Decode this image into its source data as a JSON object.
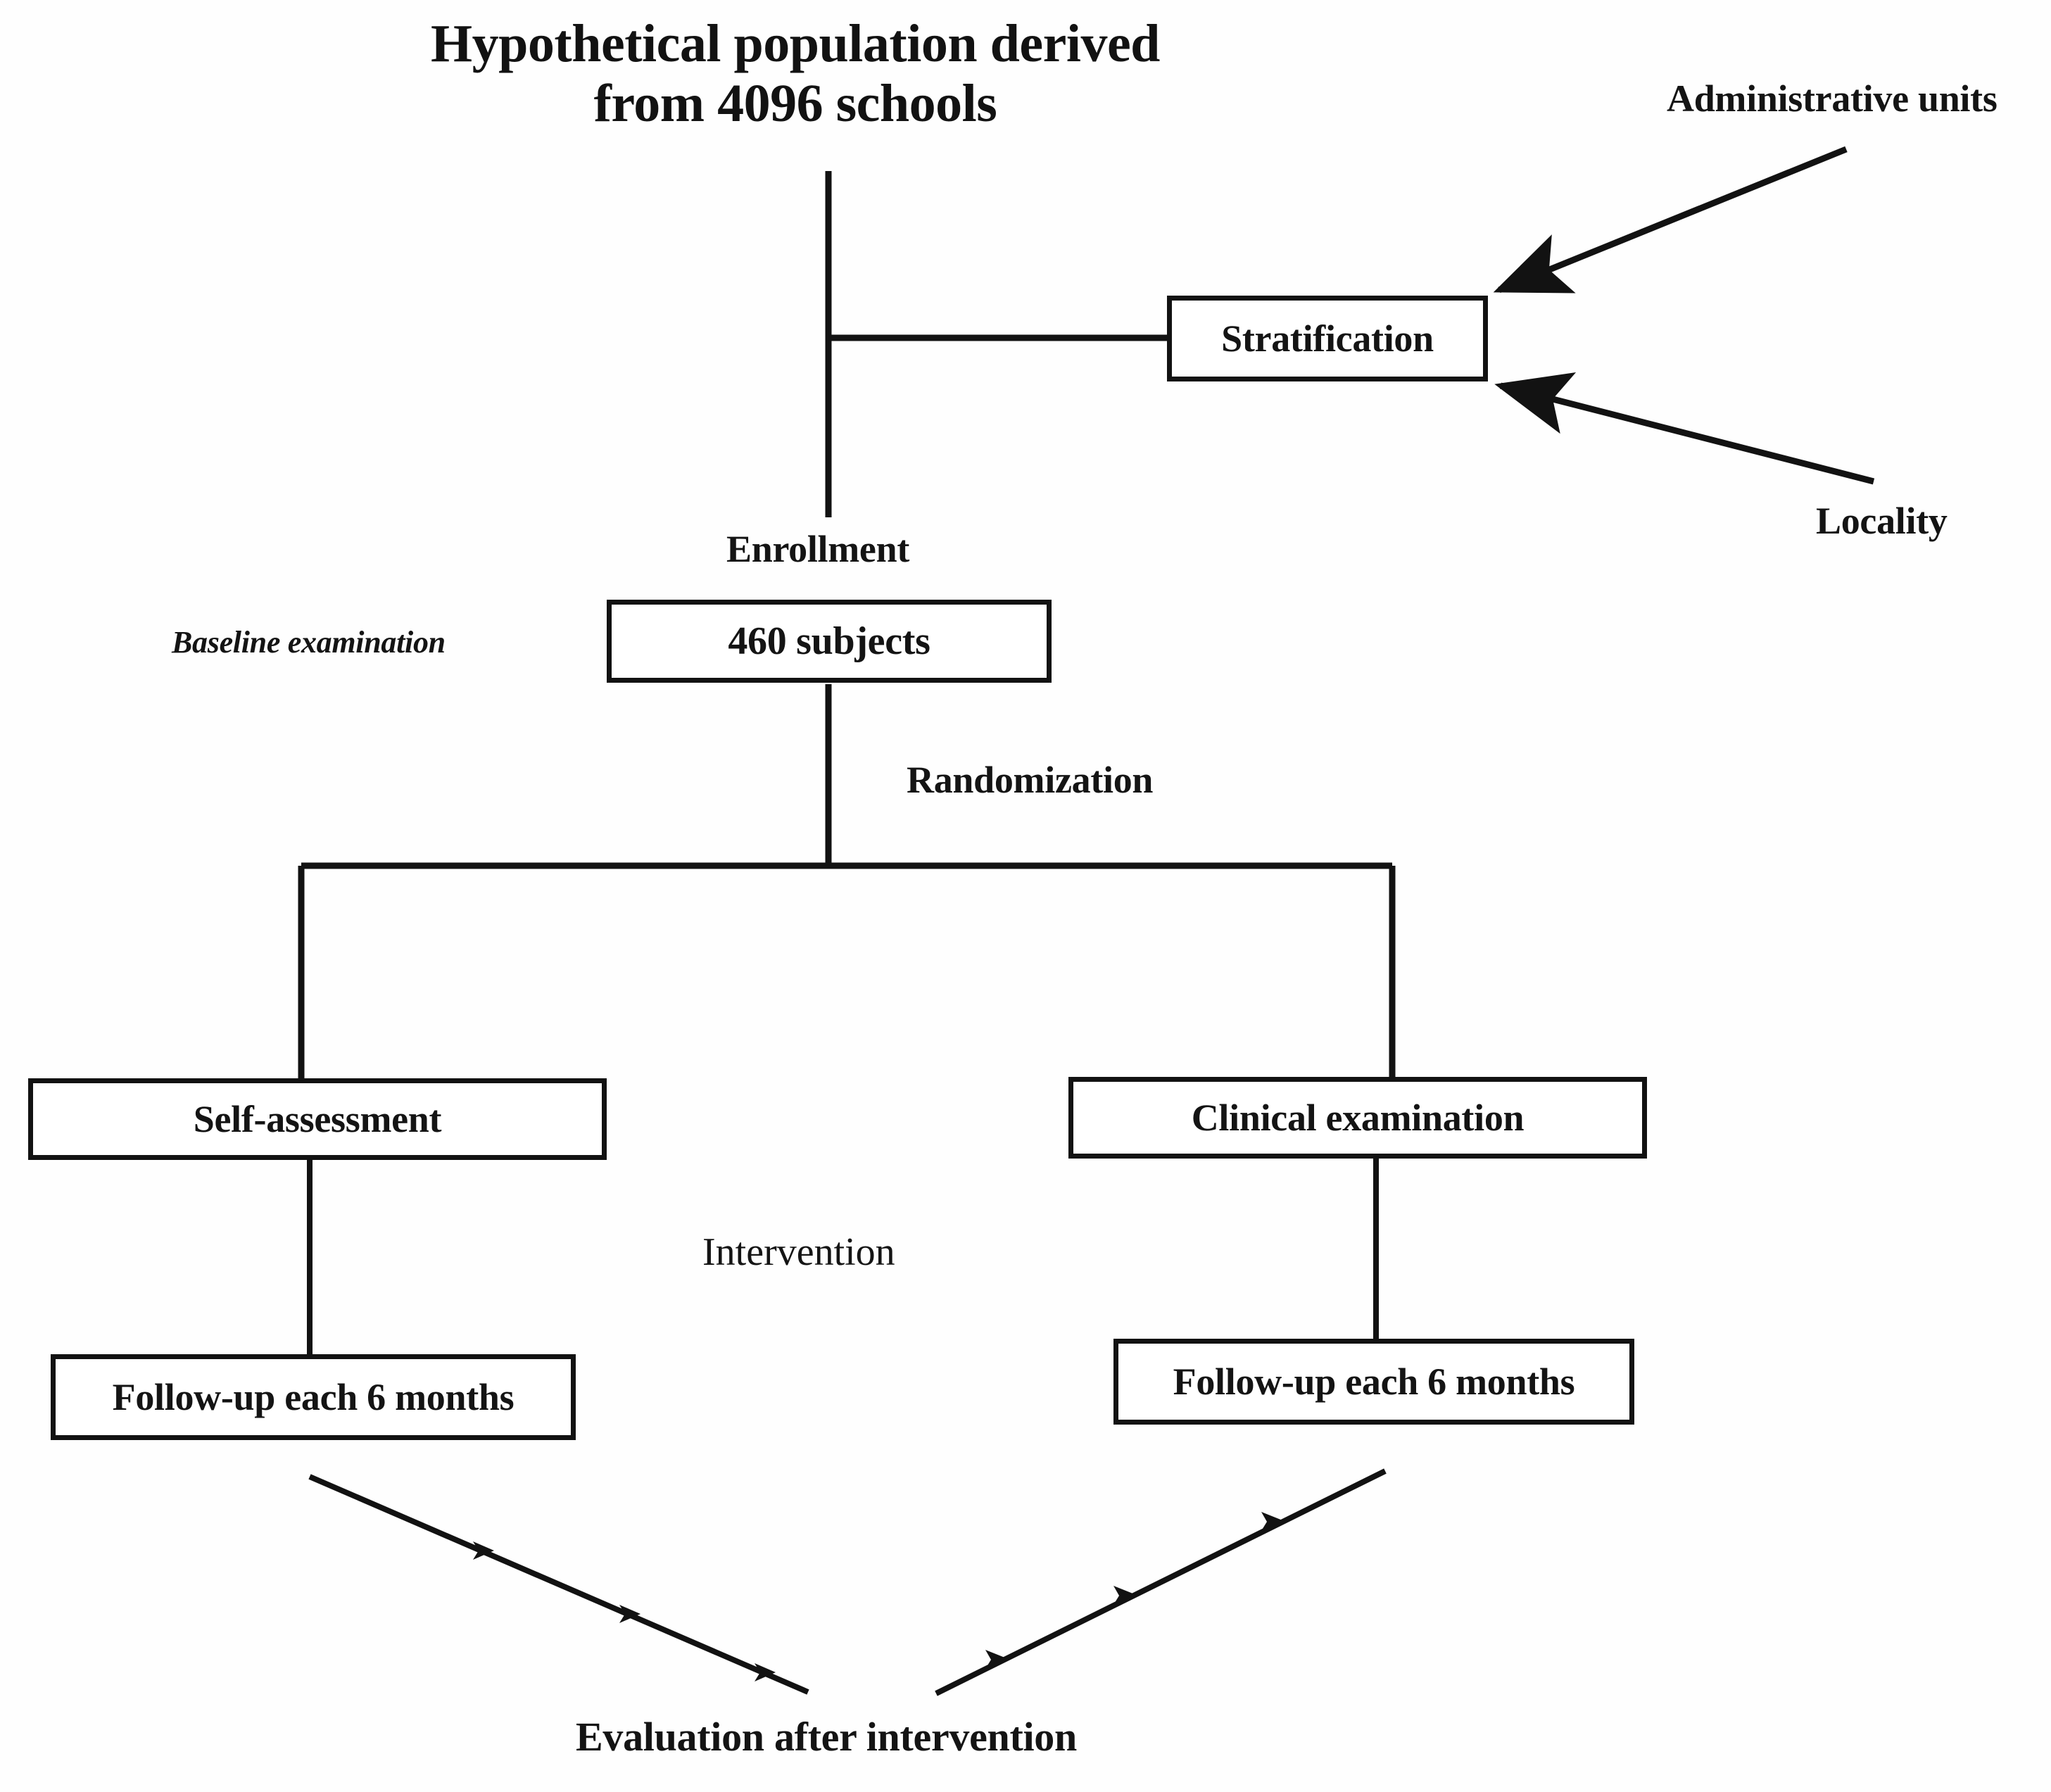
{
  "figure": {
    "kind": "study-flow-diagram",
    "title_line_1": "Hypothetical population derived",
    "title_line_2": "from 4096 schools",
    "background_color": "#ffffff",
    "line_color": "#121212",
    "text_color": "#141414"
  },
  "nodes": {
    "stratification": "Stratification",
    "subjects": "460 subjects",
    "self_assessment": "Self-assessment",
    "clinical_examination": "Clinical examination",
    "followup_left": "Follow-up each 6 months",
    "followup_right": "Follow-up each 6 months"
  },
  "labels": {
    "administrative_units": "Administrative units",
    "locality": "Locality",
    "enrollment": "Enrollment",
    "baseline_examination": "Baseline examination",
    "randomization": "Randomization",
    "intervention": "Intervention",
    "evaluation": "Evaluation after intervention"
  }
}
